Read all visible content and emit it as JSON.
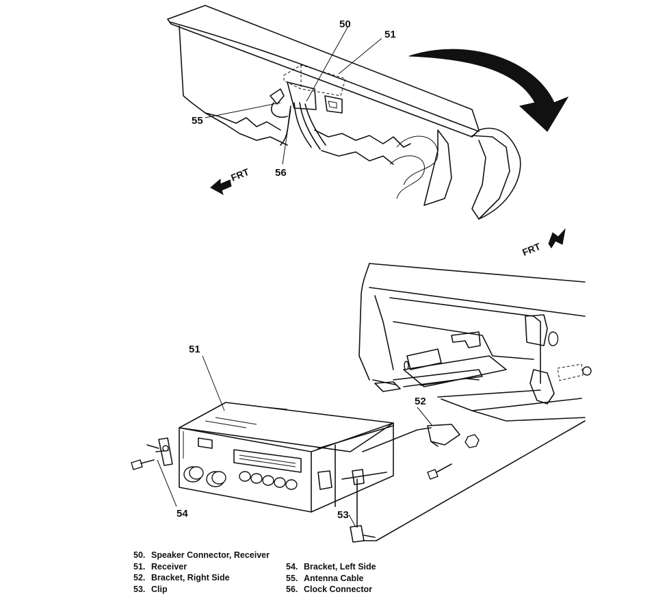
{
  "callouts": {
    "c50": "50",
    "c51_top": "51",
    "c55": "55",
    "c56": "56",
    "c51_bottom": "51",
    "c52": "52",
    "c53": "53",
    "c54": "54"
  },
  "direction_labels": {
    "frt_top": "FRT",
    "frt_right": "FRT"
  },
  "legend": {
    "left": [
      {
        "num": "50.",
        "label": "Speaker Connector, Receiver"
      },
      {
        "num": "51.",
        "label": "Receiver"
      },
      {
        "num": "52.",
        "label": "Bracket, Right Side"
      },
      {
        "num": "53.",
        "label": "Clip"
      }
    ],
    "right": [
      {
        "num": "54.",
        "label": "Bracket, Left Side"
      },
      {
        "num": "55.",
        "label": "Antenna Cable"
      },
      {
        "num": "56.",
        "label": "Clock Connector"
      }
    ]
  }
}
